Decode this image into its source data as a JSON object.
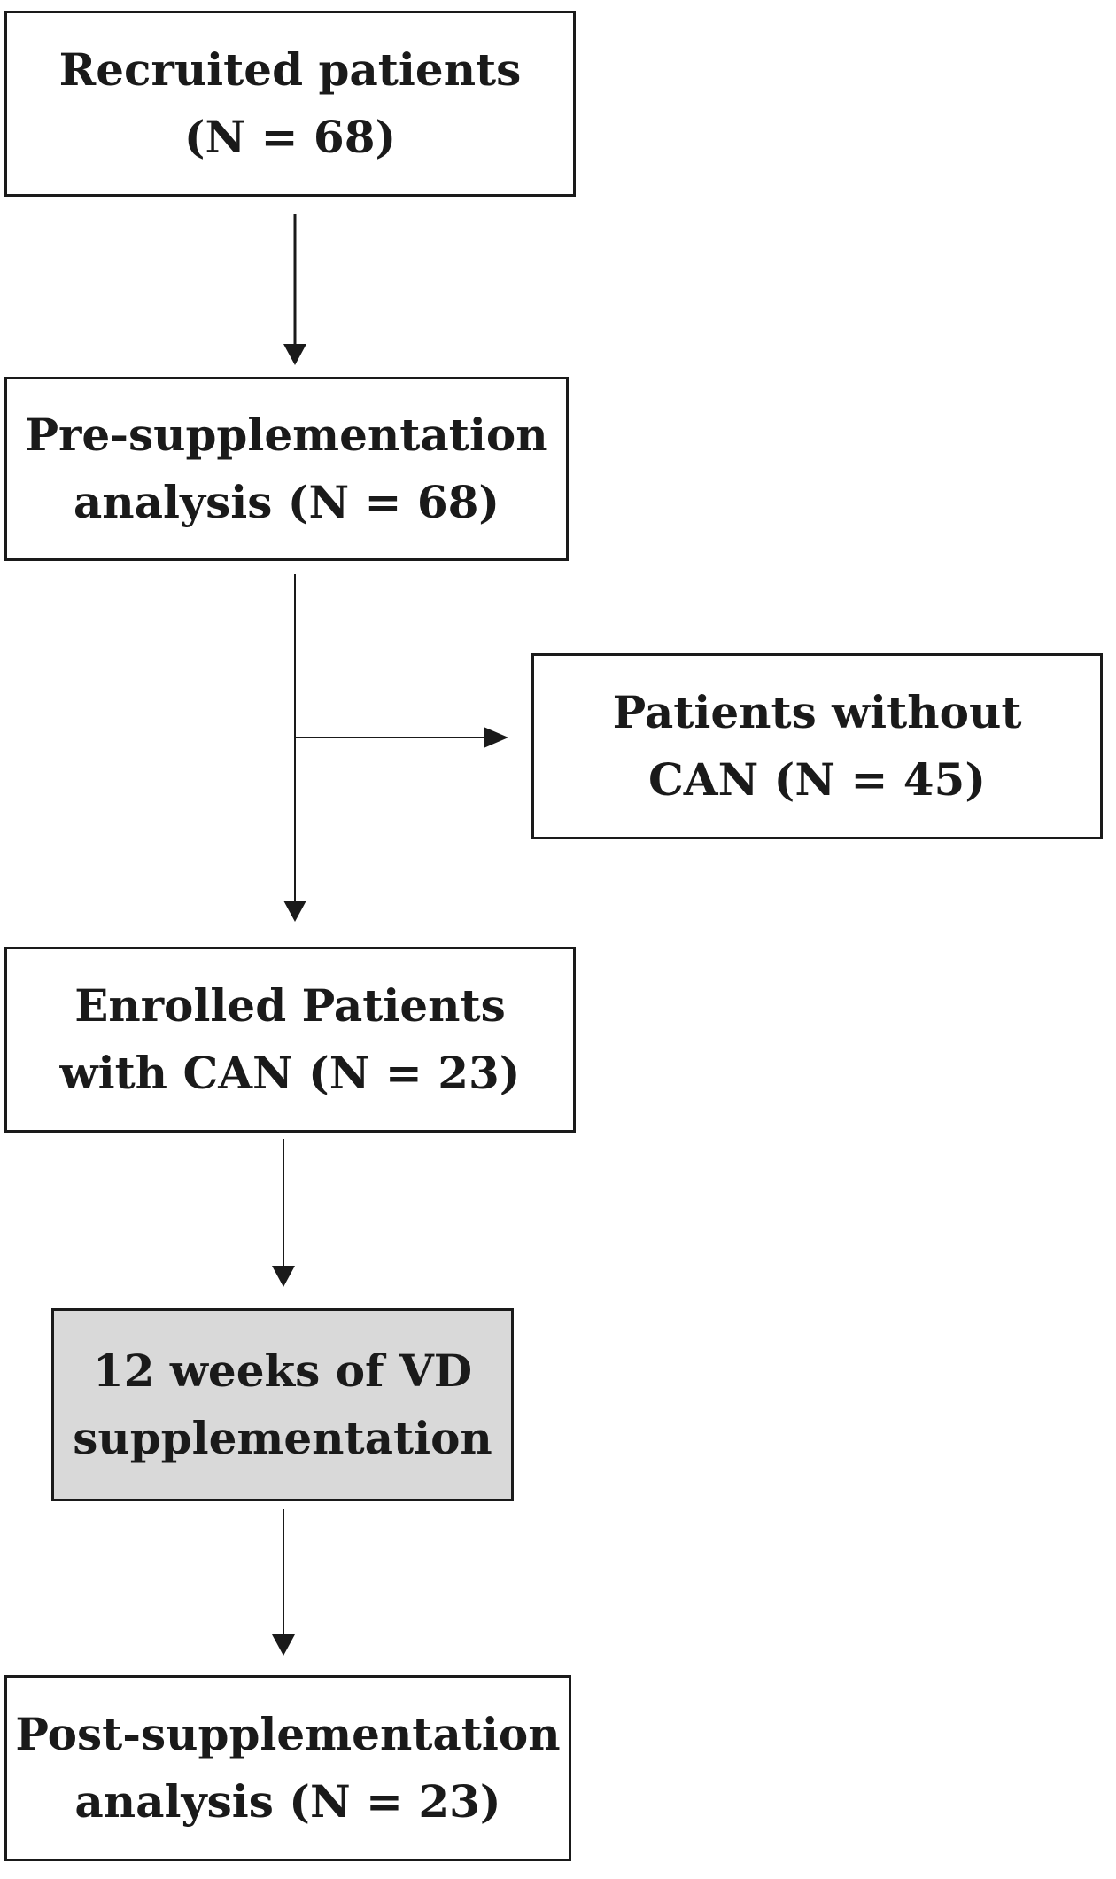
{
  "diagram": {
    "nodes": {
      "recruited": {
        "line1": "Recruited patients",
        "line2": "(N = 68)"
      },
      "pre_analysis": {
        "line1": "Pre-supplementation",
        "line2": "analysis (N = 68)"
      },
      "without_can": {
        "line1": "Patients without",
        "line2": "CAN (N = 45)"
      },
      "enrolled": {
        "line1": "Enrolled Patients",
        "line2": "with CAN (N = 23)"
      },
      "supplementation": {
        "line1": "12 weeks of VD",
        "line2": "supplementation",
        "fill": "#d9d9d9"
      },
      "post_analysis": {
        "line1": "Post-supplementation",
        "line2": "analysis (N = 23)"
      }
    },
    "edges": [
      {
        "from": "recruited",
        "to": "pre_analysis"
      },
      {
        "from": "pre_analysis",
        "to": "enrolled"
      },
      {
        "from": "pre_analysis",
        "to": "without_can"
      },
      {
        "from": "enrolled",
        "to": "supplementation"
      },
      {
        "from": "supplementation",
        "to": "post_analysis"
      }
    ],
    "colors": {
      "line": "#1a1a1a",
      "background": "#ffffff"
    }
  }
}
